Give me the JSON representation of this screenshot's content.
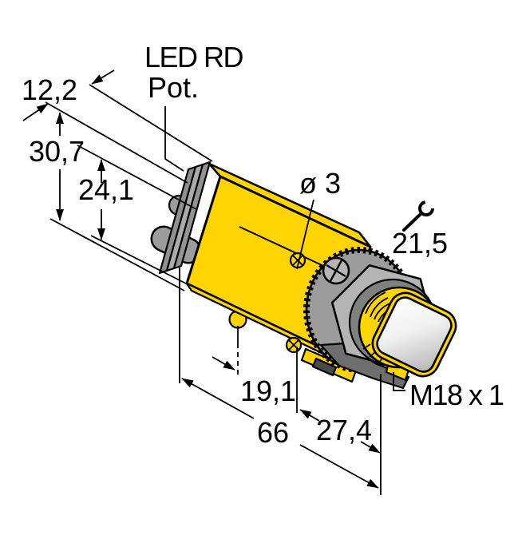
{
  "page": {
    "background": "#FFFFFF",
    "description": "Dimensional line drawing of a barrel-mount photoelectric sensor with M18 threaded lens"
  },
  "labels": {
    "led": "LED RD",
    "pot": "Pot.",
    "hole_diameter": "ø 3",
    "wrench_size": "21,5",
    "thread_spec": "M18 x 1"
  },
  "dimensions": {
    "rear_cover_width": "12,2",
    "overall_height": "30,7",
    "housing_height": "24,1",
    "hole_offset": "19,1",
    "overall_length": "66",
    "front_section_length": "27,4"
  },
  "colors": {
    "housing_yellow": "#FFD400",
    "metal_gray_light": "#B5B5B5",
    "metal_gray_mid": "#9C9C9C",
    "metal_gray_dark": "#6E6E6E",
    "outline_black": "#000000"
  },
  "icons": {
    "wrench": "wrench-icon"
  }
}
